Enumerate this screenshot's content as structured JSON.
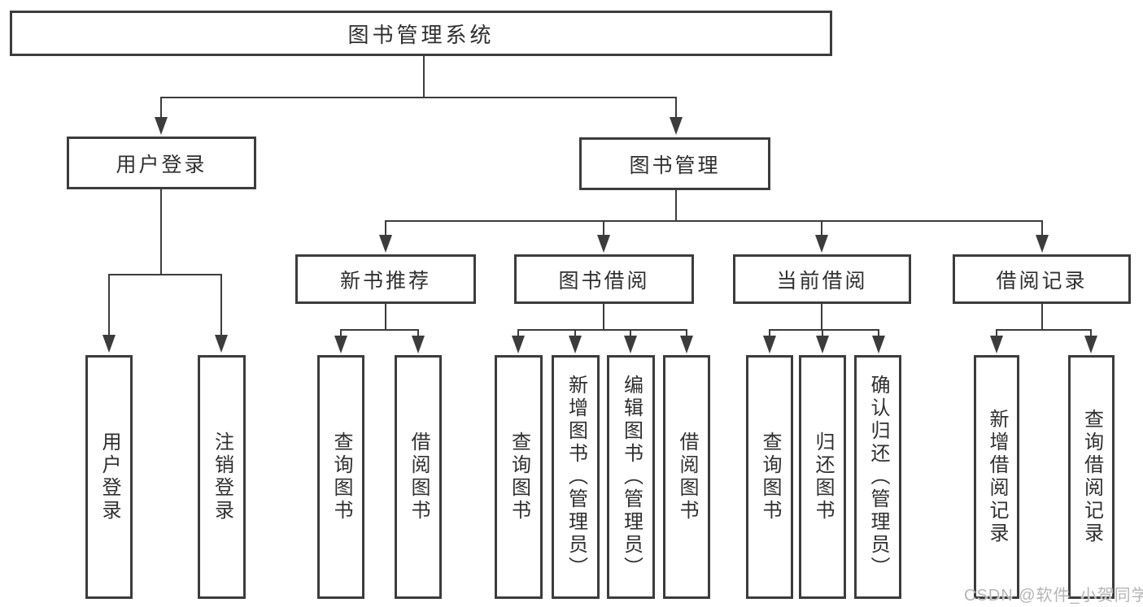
{
  "colors": {
    "line": "#3c3c3c",
    "text": "#2f2f2f",
    "background": "#ffffff",
    "watermark": "#b5b5b5"
  },
  "tree": {
    "root": {
      "label": "图书管理系统"
    },
    "branches": [
      {
        "label": "用户登录",
        "children": [
          {
            "label": "用户登录"
          },
          {
            "label": "注销登录"
          }
        ]
      },
      {
        "label": "图书管理",
        "children": [
          {
            "label": "新书推荐",
            "children": [
              {
                "label": "查询图书"
              },
              {
                "label": "借阅图书"
              }
            ]
          },
          {
            "label": "图书借阅",
            "children": [
              {
                "label": "查询图书"
              },
              {
                "label": "新增图书（管理员）"
              },
              {
                "label": "编辑图书（管理员）"
              },
              {
                "label": "借阅图书"
              }
            ]
          },
          {
            "label": "当前借阅",
            "children": [
              {
                "label": "查询图书"
              },
              {
                "label": "归还图书"
              },
              {
                "label": "确认归还（管理员）"
              }
            ]
          },
          {
            "label": "借阅记录",
            "children": [
              {
                "label": "新增借阅记录"
              },
              {
                "label": "查询借阅记录"
              }
            ]
          }
        ]
      }
    ]
  },
  "watermark": {
    "text": "CSDN @软件_小贺同学"
  }
}
